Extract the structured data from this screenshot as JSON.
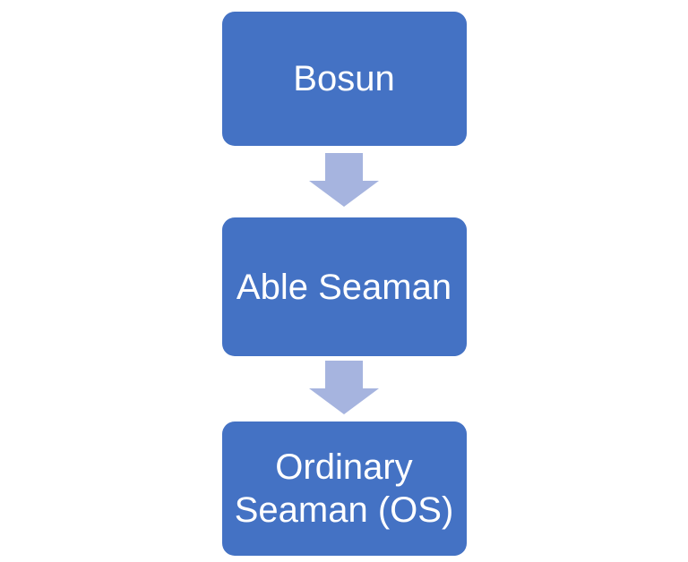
{
  "diagram": {
    "type": "vertical-flowchart",
    "description": "Three-level hierarchy connected by downward block arrows",
    "nodes": [
      {
        "label": "Bosun"
      },
      {
        "label": "Able Seaman"
      },
      {
        "label": "Ordinary Seaman (OS)"
      }
    ],
    "connectors": [
      {
        "from": 0,
        "to": 1,
        "shape": "down-block-arrow"
      },
      {
        "from": 1,
        "to": 2,
        "shape": "down-block-arrow"
      }
    ]
  },
  "colors": {
    "node_fill": "#4472C4",
    "node_text": "#FFFFFF",
    "arrow_fill": "#A6B4DF",
    "background": "#FFFFFF"
  }
}
